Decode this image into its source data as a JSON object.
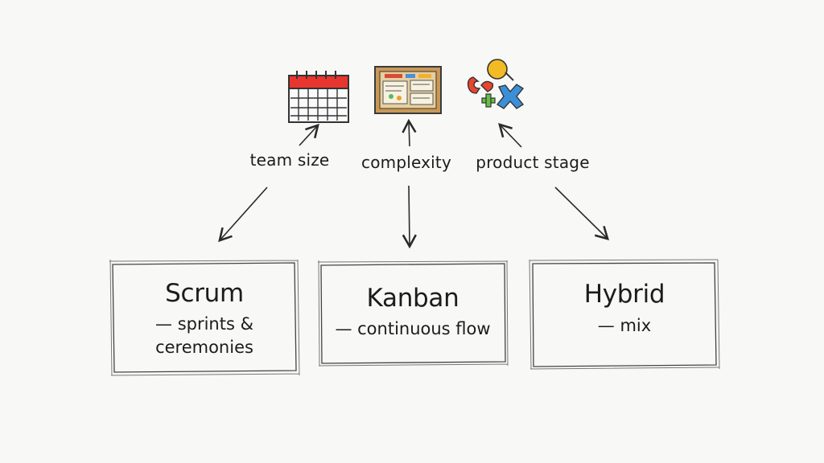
{
  "factors": [
    {
      "id": "team-size",
      "label": "team size",
      "icon": "calendar-icon"
    },
    {
      "id": "complexity",
      "label": "complexity",
      "icon": "kanban-board-icon"
    },
    {
      "id": "product-stage",
      "label": "product stage",
      "icon": "math-symbols-icon"
    }
  ],
  "methods": [
    {
      "id": "scrum",
      "title": "Scrum",
      "description_lines": [
        "— sprints &",
        "ceremonies"
      ]
    },
    {
      "id": "kanban",
      "title": "Kanban",
      "description_lines": [
        "— continuous flow"
      ]
    },
    {
      "id": "hybrid",
      "title": "Hybrid",
      "description_lines": [
        "— mix"
      ]
    }
  ],
  "colors": {
    "ink": "#2a2a2a",
    "calendar_red": "#e8352f",
    "board_frame": "#c89858",
    "board_cork": "#e6cfa0",
    "symbol_red": "#e8462f",
    "symbol_yellow": "#f2bb24",
    "symbol_blue": "#3b8fd9",
    "symbol_green": "#66c045"
  }
}
